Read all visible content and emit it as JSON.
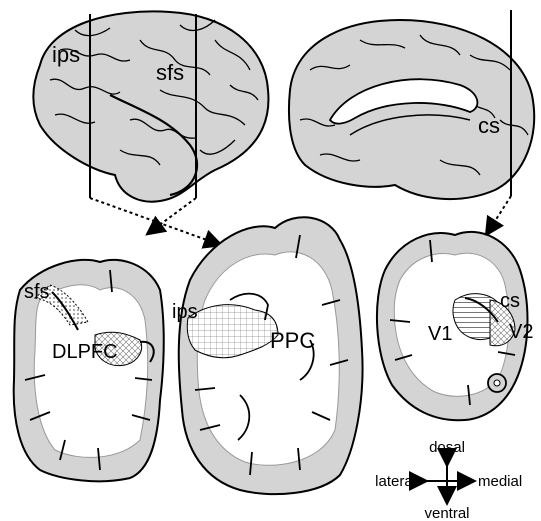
{
  "labels": {
    "ips_lateral": "ips",
    "sfs_lateral": "sfs",
    "cs_medial": "cs",
    "sfs_section": "sfs",
    "dlpfc": "DLPFC",
    "ips_section": "ips",
    "ppc": "PPC",
    "cs_section": "cs",
    "v1": "V1",
    "v2": "V2"
  },
  "compass": {
    "up": "dosal",
    "down": "ventral",
    "left": "lateral",
    "right": "medial"
  },
  "colors": {
    "cortex_fill": "#d4d4d4",
    "white_matter": "#ffffff",
    "outline": "#000000"
  }
}
